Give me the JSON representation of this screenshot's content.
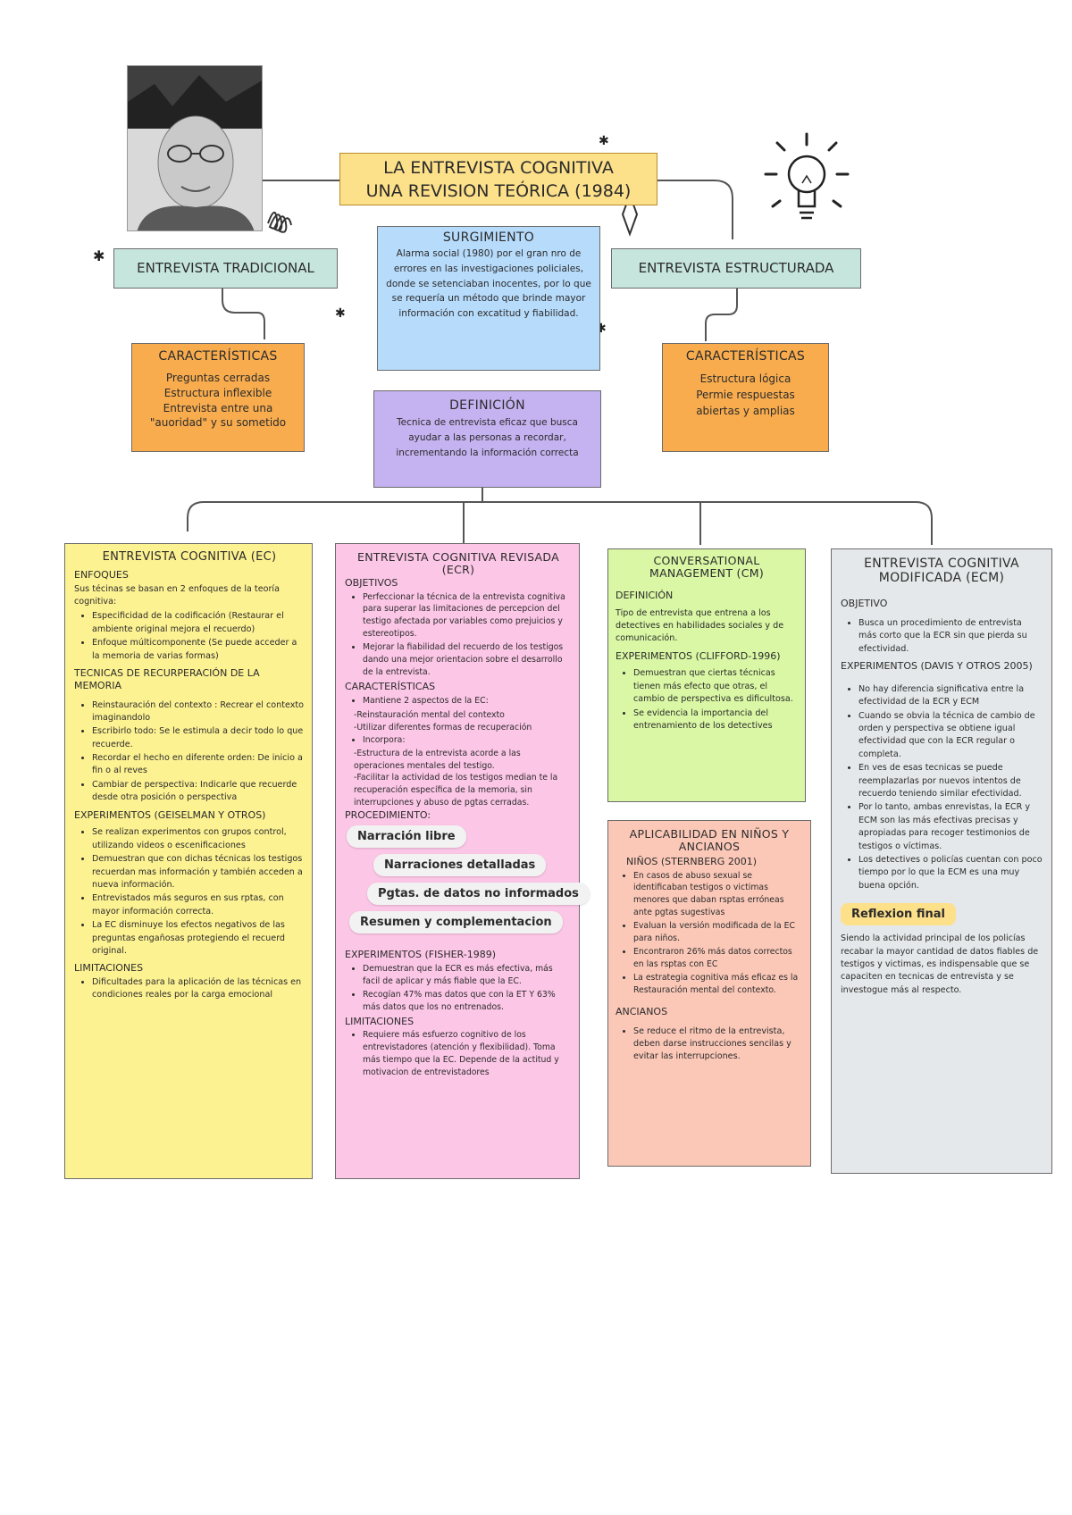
{
  "title": {
    "line1": "LA ENTREVISTA COGNITIVA",
    "line2": "UNA REVISION TEÓRICA (1984)"
  },
  "tradicional": {
    "label": "ENTREVISTA TRADICIONAL"
  },
  "estructurada": {
    "label": "ENTREVISTA ESTRUCTURADA"
  },
  "surgimiento": {
    "heading": "SURGIMIENTO",
    "text": "Alarma social (1980) por el gran nro de errores en las investigaciones policiales, donde se setenciaban inocentes, por lo que se requería un método que brinde mayor información con excatitud y fiabilidad."
  },
  "caracteristicas_left": {
    "heading": "CARACTERÍSTICAS",
    "lines": [
      "Preguntas cerradas",
      "Estructura inflexible",
      "Entrevista entre una",
      "\"auoridad\" y su sometido"
    ]
  },
  "caracteristicas_right": {
    "heading": "CARACTERÍSTICAS",
    "lines": [
      "Estructura lógica",
      "Permie respuestas",
      "abiertas y amplias"
    ]
  },
  "definicion": {
    "heading": "DEFINICIÓN",
    "text": "Tecnica de entrevista eficaz  que busca ayudar a las personas a recordar, incrementando la información correcta"
  },
  "ec": {
    "title": "ENTREVISTA COGNITIVA (EC)",
    "enfoques_h": "ENFOQUES",
    "enfoques_intro": "Sus técinas se basan en 2 enfoques de la teoría cognitiva:",
    "enfoques": [
      "Especificidad de la codificación (Restaurar el ambiente original mejora el recuerdo)",
      "Enfoque múlticomponente (Se puede acceder a la memoria de varias formas)"
    ],
    "tecnicas_h": "TECNICAS DE RECURPERACIÓN DE LA MEMORIA",
    "tecnicas": [
      "Reinstauración del contexto : Recrear el contexto imaginandolo",
      "Escribirlo todo: Se le estimula a decir todo lo que recuerde.",
      "Recordar el hecho en diferente orden: De inicio a fin o al reves",
      "Cambiar de perspectiva: Indicarle que recuerde desde otra posición o perspectiva"
    ],
    "experimentos_h": "EXPERIMENTOS (GEISELMAN Y OTROS)",
    "experimentos": [
      "Se realizan experimentos con grupos control, utilizando videos o escenificaciones",
      "Demuestran que con dichas técnicas los testigos recuerdan mas información y también acceden a nueva información.",
      "Entrevistados más seguros en sus rptas, con mayor información correcta.",
      "La EC disminuye los efectos negativos de las preguntas engañosas protegiendo el recuerd original."
    ],
    "limitaciones_h": "LIMITACIONES",
    "limitaciones": [
      "Dificultades para la aplicación de las técnicas en condiciones reales por la carga emocional"
    ]
  },
  "ecr": {
    "title": "ENTREVISTA COGNITIVA REVISADA (ECR)",
    "objetivos_h": "OBJETIVOS",
    "objetivos": [
      "Perfeccionar la técnica de la entrevista cognitiva para superar las limitaciones de percepcion del testigo afectada por variables como prejuicios y estereotipos.",
      "Mejorar la fiabilidad del recuerdo de los testigos dando una mejor orientacion sobre el desarrollo de la entrevista."
    ],
    "caracteristicas_h": "CARACTERÍSTICAS",
    "mantiene": "Mantiene 2 aspectos de la EC:",
    "mantiene_sub": [
      "-Reinstauración mental del contexto",
      "-Utilizar diferentes formas de recuperación"
    ],
    "incorpora": "Incorpora:",
    "incorpora_sub": [
      "-Estructura de la entrevista acorde a las operaciones mentales del testigo.",
      "-Facilitar la actividad de los testigos median te la recuperación específica de la memoria, sin interrupciones y abuso de pgtas cerradas."
    ],
    "procedimiento_h": "PROCEDIMIENTO:",
    "pasos": [
      "Narración libre",
      "Narraciones detalladas",
      "Pgtas. de datos no informados",
      "Resumen y complementacion"
    ],
    "experimentos_h": "EXPERIMENTOS (FISHER-1989)",
    "experimentos": [
      "Demuestran que la ECR es más efectiva, más facil de aplicar y más fiable que la EC.",
      "Recogían 47% mas datos que con la ET Y 63% más datos que los no entrenados."
    ],
    "limitaciones_h": "LIMITACIONES",
    "limitaciones": [
      "Requiere más esfuerzo cognitivo de los entrevistadores (atención y flexibilidad). Toma más tiempo que la EC. Depende de la actitud y motivacion de entrevistadores"
    ]
  },
  "cm": {
    "title": "CONVERSATIONAL MANAGEMENT (CM)",
    "definicion_h": "DEFINICIÓN",
    "definicion": "Tipo de entrevista que entrena a los detectives en habilidades sociales y de comunicación.",
    "experimentos_h": "EXPERIMENTOS (CLIFFORD-1996)",
    "experimentos": [
      "Demuestran que ciertas técnicas tienen más efecto que otras, el cambio de perspectiva es dificultosa.",
      "Se evidencia la importancia del entrenamiento de los detectives"
    ]
  },
  "ninos": {
    "title": "APLICABILIDAD EN NIÑOS Y ANCIANOS",
    "ninos_h": "NIÑOS (STERNBERG 2001)",
    "ninos": [
      "En casos de abuso sexual se identificaban testigos o victimas menores que daban rsptas erróneas ante pgtas sugestivas",
      "Evaluan la versión modificada de la EC para niños.",
      "Encontraron 26% más datos correctos en las rsptas con EC",
      "La estrategia cognitiva más eficaz es la Restauración mental del contexto."
    ],
    "ancianos_h": "ANCIANOS",
    "ancianos": [
      "Se reduce el ritmo de la entrevista, deben darse instrucciones sencilas y evitar las interrupciones."
    ]
  },
  "ecm": {
    "title": "ENTREVISTA COGNITIVA MODIFICADA (ECM)",
    "objetivo_h": "OBJETIVO",
    "objetivo": [
      "Busca un procedimiento de entrevista más corto que la ECR sin que pierda su efectividad."
    ],
    "experimentos_h": "EXPERIMENTOS (DAVIS Y OTROS 2005)",
    "experimentos": [
      "No hay diferencia significativa entre la efectividad de la ECR y ECM",
      "Cuando se obvia la técnica de cambio de orden y perspectiva se obtiene igual efectividad que con la ECR regular o completa.",
      "En ves de esas tecnicas se puede reemplazarlas por nuevos intentos de recuerdo teniendo similar efectividad.",
      "Por lo tanto, ambas enrevistas, la ECR y ECM son las más efectivas precisas y apropiadas para recoger testimonios de testigos o víctimas.",
      "Los detectives o policías cuentan con poco tiempo por lo que la ECM es una muy buena opción."
    ]
  },
  "reflexion": {
    "heading": "Reflexion final",
    "text": "Siendo la actividad principal de los policías recabar la mayor cantidad de datos fiables de testigos y victimas, es indispensable que se capaciten en tecnicas de entrevista y se investogue más al respecto."
  },
  "colors": {
    "yellow": "#fde08a",
    "orange": "#f8ac4e",
    "blue": "#b7dbfb",
    "teal": "#c6e6dd",
    "purple": "#c5b2f0",
    "paleYellow": "#fdf292",
    "pink": "#fcc6e6",
    "green": "#d9f7a4",
    "salmon": "#fbc8b8",
    "grey": "#e5e8ea"
  }
}
